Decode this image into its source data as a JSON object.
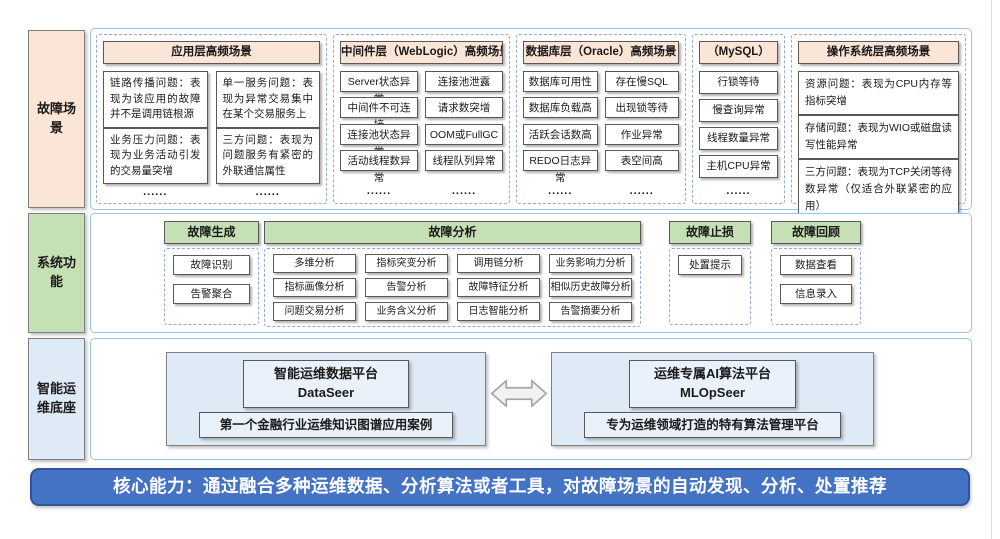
{
  "colors": {
    "peach": "#FBE5D6",
    "green": "#C5E0B4",
    "light_blue": "#DEEBF7",
    "bar_blue": "#4472C4",
    "bar_border": "#2F5597",
    "dashed_border": "#8FAADC",
    "container_border": "#9DC3E6"
  },
  "sections": {
    "fault_scenarios": {
      "label": "故障场景",
      "columns": [
        {
          "header": "应用层高频场景",
          "items_left": [
            "链路传播问题：表现为该应用的故障并不是调用链根源",
            "业务压力问题：表现为业务活动引发的交易量突增"
          ],
          "items_right": [
            "单一服务问题：表现为异常交易集中在某个交易服务上",
            "三方问题：表现为问题服务有紧密的外联通信属性"
          ],
          "dots": "......"
        },
        {
          "header": "中间件层（WebLogic）高频场景",
          "rows": [
            [
              "Server状态异常",
              "连接池泄露"
            ],
            [
              "中间件不可连接",
              "请求数突增"
            ],
            [
              "连接池状态异常",
              "OOM或FullGC"
            ],
            [
              "活动线程数异常",
              "线程队列异常"
            ]
          ],
          "dots": "......"
        },
        {
          "header": "数据库层（Oracle）高频场景",
          "rows": [
            [
              "数据库可用性",
              "存在慢SQL"
            ],
            [
              "数据库负载高",
              "出现锁等待"
            ],
            [
              "活跃会话数高",
              "作业异常"
            ],
            [
              "REDO日志异常",
              "表空间高"
            ]
          ],
          "dots": "......"
        },
        {
          "header": "（MySQL）",
          "items": [
            "行锁等待",
            "慢查询异常",
            "线程数量异常",
            "主机CPU异常"
          ],
          "dots": "......"
        },
        {
          "header": "操作系统层高频场景",
          "items": [
            "资源问题：表现为CPU内存等指标突增",
            "存储问题：表现为WIO或磁盘读写性能异常",
            "三方问题：表现为TCP关闭等待数异常（仅适合外联紧密的应用）"
          ],
          "dots": "......"
        }
      ]
    },
    "system_functions": {
      "label": "系统功能",
      "groups": [
        {
          "header": "故障生成",
          "items": [
            "故障识别",
            "告警聚合"
          ]
        },
        {
          "header": "故障分析",
          "grid": [
            [
              "多维分析",
              "指标突变分析",
              "调用链分析",
              "业务影响力分析"
            ],
            [
              "指标画像分析",
              "告警分析",
              "故障特征分析",
              "相似历史故障分析"
            ],
            [
              "问题交易分析",
              "业务含义分析",
              "日志智能分析",
              "告警摘要分析"
            ]
          ]
        },
        {
          "header": "故障止损",
          "items": [
            "处置提示"
          ]
        },
        {
          "header": "故障回顾",
          "items": [
            "数据查看",
            "信息录入"
          ]
        }
      ]
    },
    "aiops_base": {
      "label": "智能运维底座",
      "platforms": [
        {
          "title_line1": "智能运维数据平台",
          "title_line2": "DataSeer",
          "description": "第一个金融行业运维知识图谱应用案例"
        },
        {
          "title_line1": "运维专属AI算法平台",
          "title_line2": "MLOpSeer",
          "description": "专为运维领域打造的特有算法管理平台"
        }
      ]
    }
  },
  "core_bar": {
    "text": "核心能力：通过融合多种运维数据、分析算法或者工具，对故障场景的自动发现、分析、处置推荐"
  }
}
